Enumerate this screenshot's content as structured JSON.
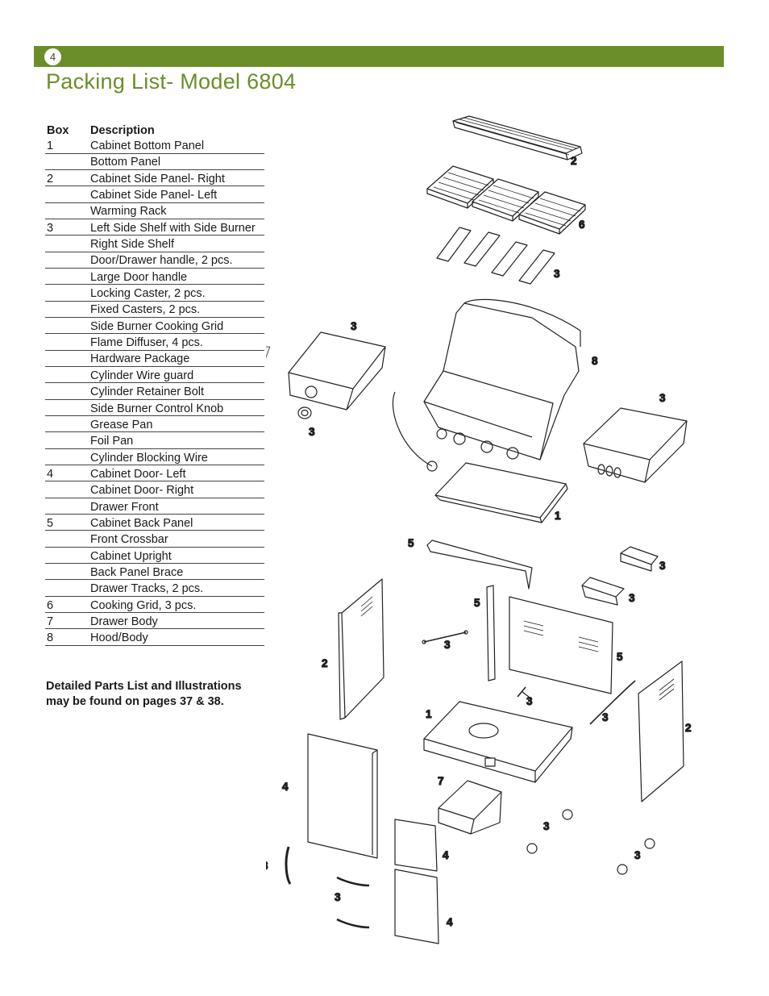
{
  "page": {
    "number": "4",
    "title": "Packing List- Model 6804"
  },
  "packing_list": {
    "col_box": "Box",
    "col_description": "Description",
    "rows": [
      {
        "box": "1",
        "description": "Cabinet Bottom Panel"
      },
      {
        "box": "",
        "description": "Bottom Panel"
      },
      {
        "box": "2",
        "description": "Cabinet Side Panel- Right"
      },
      {
        "box": "",
        "description": "Cabinet Side Panel- Left"
      },
      {
        "box": "",
        "description": "Warming Rack"
      },
      {
        "box": "3",
        "description": "Left Side Shelf with Side Burner"
      },
      {
        "box": "",
        "description": "Right Side Shelf"
      },
      {
        "box": "",
        "description": "Door/Drawer handle, 2 pcs."
      },
      {
        "box": "",
        "description": "Large Door handle"
      },
      {
        "box": "",
        "description": "Locking Caster, 2 pcs."
      },
      {
        "box": "",
        "description": "Fixed Casters, 2 pcs."
      },
      {
        "box": "",
        "description": "Side Burner Cooking Grid"
      },
      {
        "box": "",
        "description": "Flame Diffuser, 4 pcs."
      },
      {
        "box": "",
        "description": "Hardware Package"
      },
      {
        "box": "",
        "description": "Cylinder Wire guard"
      },
      {
        "box": "",
        "description": "Cylinder Retainer Bolt"
      },
      {
        "box": "",
        "description": "Side Burner Control Knob"
      },
      {
        "box": "",
        "description": "Grease Pan"
      },
      {
        "box": "",
        "description": "Foil Pan"
      },
      {
        "box": "",
        "description": "Cylinder Blocking Wire"
      },
      {
        "box": "4",
        "description": "Cabinet Door- Left"
      },
      {
        "box": "",
        "description": "Cabinet Door- Right"
      },
      {
        "box": "",
        "description": "Drawer Front"
      },
      {
        "box": "5",
        "description": "Cabinet Back Panel"
      },
      {
        "box": "",
        "description": "Front Crossbar"
      },
      {
        "box": "",
        "description": "Cabinet Upright"
      },
      {
        "box": "",
        "description": "Back Panel Brace"
      },
      {
        "box": "",
        "description": "Drawer Tracks, 2 pcs."
      },
      {
        "box": "6",
        "description": "Cooking Grid, 3 pcs."
      },
      {
        "box": "7",
        "description": "Drawer Body"
      },
      {
        "box": "8",
        "description": "Hood/Body"
      }
    ]
  },
  "note": {
    "line1": "Detailed Parts List and Illustrations",
    "line2": "may be found on pages 37 & 38."
  },
  "diagram": {
    "labels": {
      "warming_rack": "2",
      "cooking_grids": "6",
      "flame_diffusers": "3",
      "side_burner_shelf": "3",
      "knob": "3",
      "hood_body": "8",
      "right_shelf": "3",
      "bottom_panel": "1",
      "front_crossbar": "5",
      "grease_pan": "3",
      "foil_pan": "3",
      "upright": "5",
      "wire_guard": "3",
      "left_side_panel": "2",
      "back_panel": "5",
      "retainer_bolt": "3",
      "cabinet_bottom": "1",
      "blocking_wire": "3",
      "right_side_panel": "2",
      "left_door": "4",
      "drawer_body": "7",
      "large_handle": "3",
      "door_right": "4",
      "drawer_handles": "3",
      "drawer_front": "4",
      "locking_casters": "3",
      "fixed_casters": "3"
    }
  }
}
